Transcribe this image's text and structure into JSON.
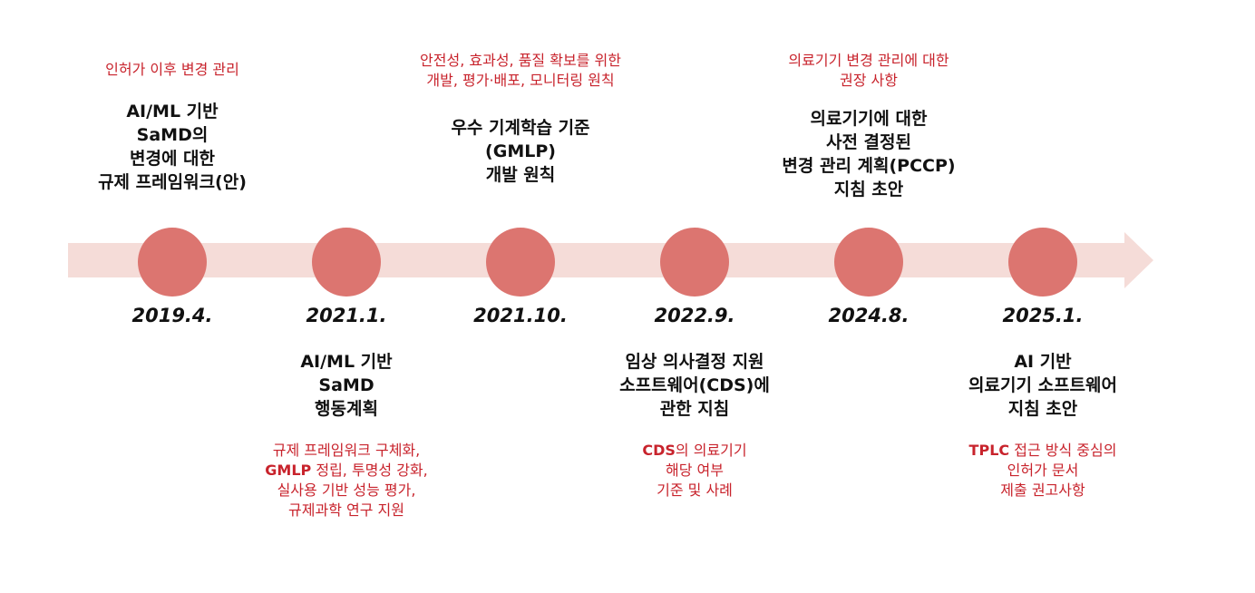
{
  "timeline": {
    "milestones": [
      {
        "date": "2019.4.",
        "position": "above",
        "note_lines": [
          "인허가 이후 변경 관리"
        ],
        "title_lines": [
          "AI/ML 기반",
          "SaMD의",
          "변경에 대한",
          "규제 프레임워크(안)"
        ]
      },
      {
        "date": "2021.1.",
        "position": "below",
        "title_lines": [
          "AI/ML 기반",
          "SaMD",
          "행동계획"
        ],
        "note_lines": [
          "규제 프레임워크 구체화,",
          "정립, 투명성 강화,",
          "실사용 기반 성능 평가,",
          "규제과학 연구 지원"
        ],
        "note_bold_prefix": "GMLP"
      },
      {
        "date": "2021.10.",
        "position": "above",
        "note_lines": [
          "안전성, 효과성, 품질 확보를 위한",
          "개발, 평가·배포, 모니터링 원칙"
        ],
        "title_lines": [
          "우수 기계학습 기준",
          "(GMLP)",
          "개발 원칙"
        ]
      },
      {
        "date": "2022.9.",
        "position": "below",
        "title_lines": [
          "임상 의사결정 지원",
          "소프트웨어(CDS)에",
          "관한 지침"
        ],
        "note_lines": [
          "의 의료기기",
          "해당 여부",
          "기준 및 사례"
        ],
        "note_bold_prefix": "CDS"
      },
      {
        "date": "2024.8.",
        "position": "above",
        "note_lines": [
          "의료기기 변경 관리에 대한",
          "권장 사항"
        ],
        "title_lines": [
          "의료기기에 대한",
          "사전 결정된",
          "변경 관리 계획(PCCP)",
          "지침 초안"
        ]
      },
      {
        "date": "2025.1.",
        "position": "below",
        "title_lines": [
          "AI 기반",
          "의료기기 소프트웨어",
          "지침 초안"
        ],
        "note_lines": [
          "접근 방식 중심의",
          "인허가 문서",
          "제출 권고사항"
        ],
        "note_bold_prefix": "TPLC"
      }
    ],
    "colors": {
      "arrow": "#f5dcd8",
      "node": "#dc7570",
      "note_text": "#c8232c",
      "title_text": "#111111"
    }
  }
}
